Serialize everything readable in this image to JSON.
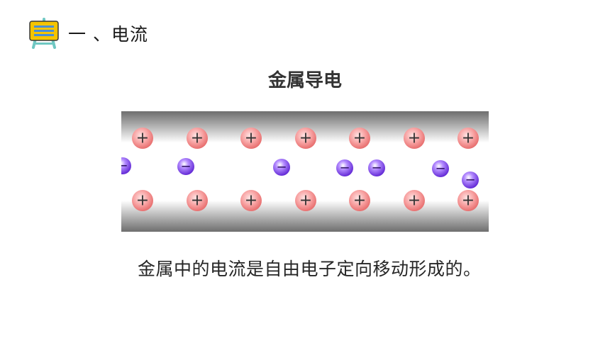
{
  "section": {
    "heading": "一 、电流"
  },
  "diagram": {
    "title": "金属导电",
    "positive_symbol": "+",
    "negative_symbol": "−",
    "colors": {
      "ion_fill": "#f48a8a",
      "electron_fill": "#7a3fe0"
    }
  },
  "caption": {
    "text": "金属中的电流是自由电子定向移动形成的。"
  },
  "icons": {
    "header_icon": "easel-board-icon"
  }
}
